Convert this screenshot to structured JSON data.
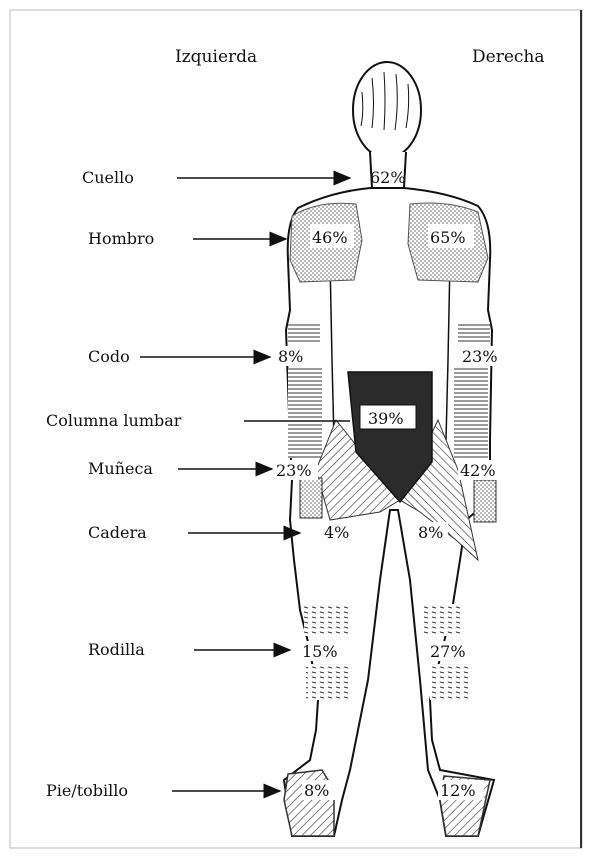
{
  "header": {
    "left_label": "Izquierda",
    "right_label": "Derecha"
  },
  "regions": [
    {
      "name": "Cuello",
      "left": "62%",
      "right": ""
    },
    {
      "name": "Hombro",
      "left": "46%",
      "right": "65%"
    },
    {
      "name": "Codo",
      "left": "8%",
      "right": "23%"
    },
    {
      "name": "Columna lumbar",
      "left": "39%",
      "right": ""
    },
    {
      "name": "Muñeca",
      "left": "23%",
      "right": "42%"
    },
    {
      "name": "Cadera",
      "left": "4%",
      "right": "8%"
    },
    {
      "name": "Rodilla",
      "left": "15%",
      "right": "27%"
    },
    {
      "name": "Pie/tobillo",
      "left": "8%",
      "right": "12%"
    }
  ],
  "colors": {
    "lumbar_fill": "#2b2b2b",
    "stipple": "#555555",
    "line": "#111111"
  }
}
